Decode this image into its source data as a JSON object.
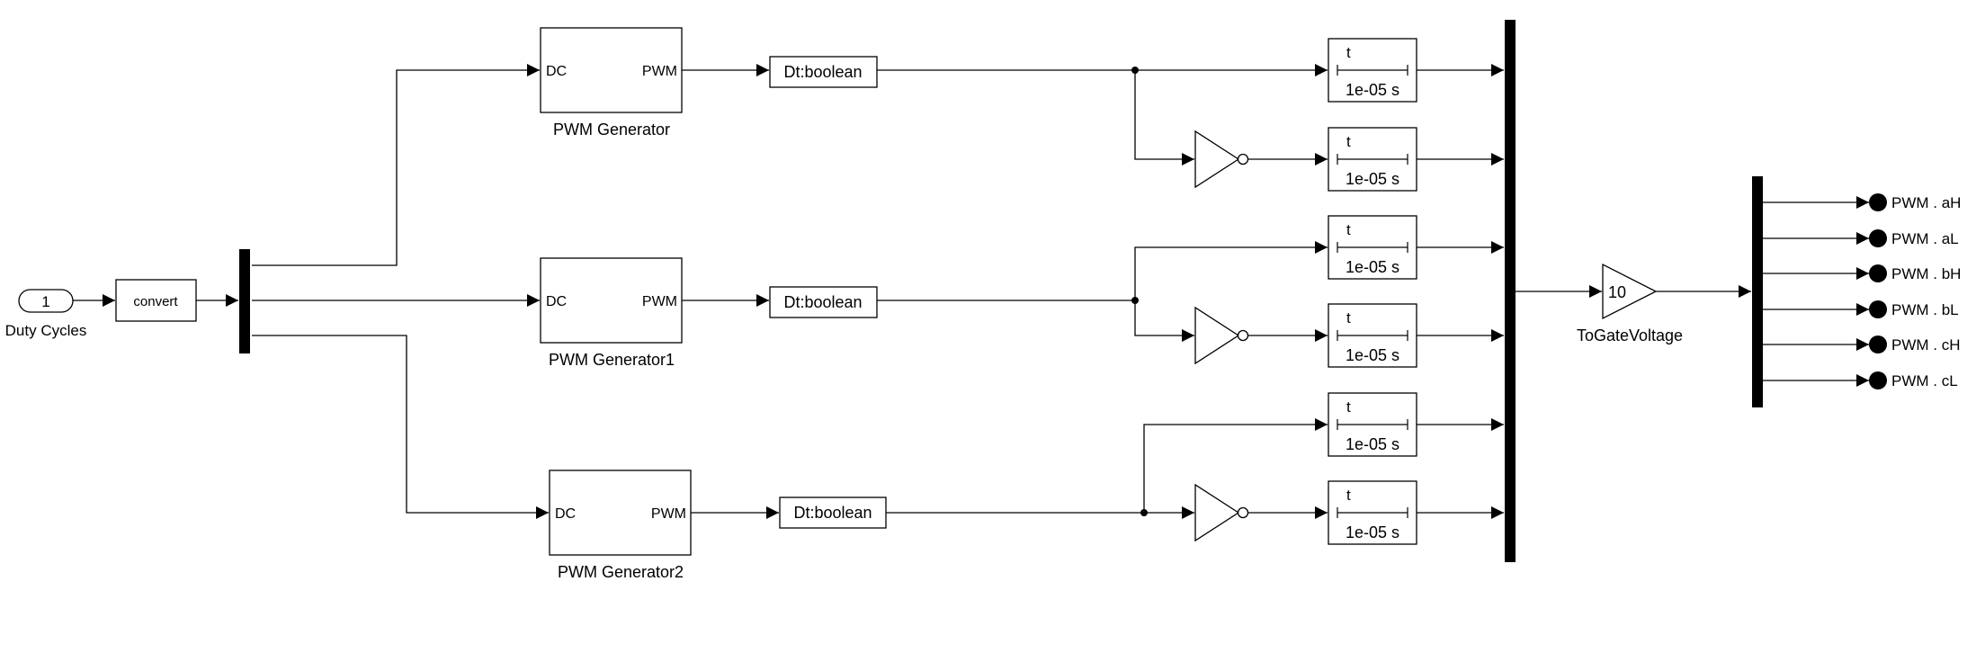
{
  "inport": {
    "number": "1",
    "label": "Duty Cycles"
  },
  "convert_block": {
    "label": "convert"
  },
  "pwm_generators": [
    {
      "name": "PWM Generator",
      "input_port": "DC",
      "output_port": "PWM"
    },
    {
      "name": "PWM Generator1",
      "input_port": "DC",
      "output_port": "PWM"
    },
    {
      "name": "PWM Generator2",
      "input_port": "DC",
      "output_port": "PWM"
    }
  ],
  "conversion_blocks": [
    {
      "label": "Dt:boolean"
    },
    {
      "label": "Dt:boolean"
    },
    {
      "label": "Dt:boolean"
    }
  ],
  "dead_time_blocks": [
    {
      "symbol": "t",
      "value": "1e-05 s"
    },
    {
      "symbol": "t",
      "value": "1e-05 s"
    },
    {
      "symbol": "t",
      "value": "1e-05 s"
    },
    {
      "symbol": "t",
      "value": "1e-05 s"
    },
    {
      "symbol": "t",
      "value": "1e-05 s"
    },
    {
      "symbol": "t",
      "value": "1e-05 s"
    }
  ],
  "gain_block": {
    "value": "10",
    "label": "ToGateVoltage"
  },
  "outputs": [
    {
      "label": "PWM . aH"
    },
    {
      "label": "PWM . aL"
    },
    {
      "label": "PWM . bH"
    },
    {
      "label": "PWM . bL"
    },
    {
      "label": "PWM . cH"
    },
    {
      "label": "PWM . cL"
    }
  ]
}
